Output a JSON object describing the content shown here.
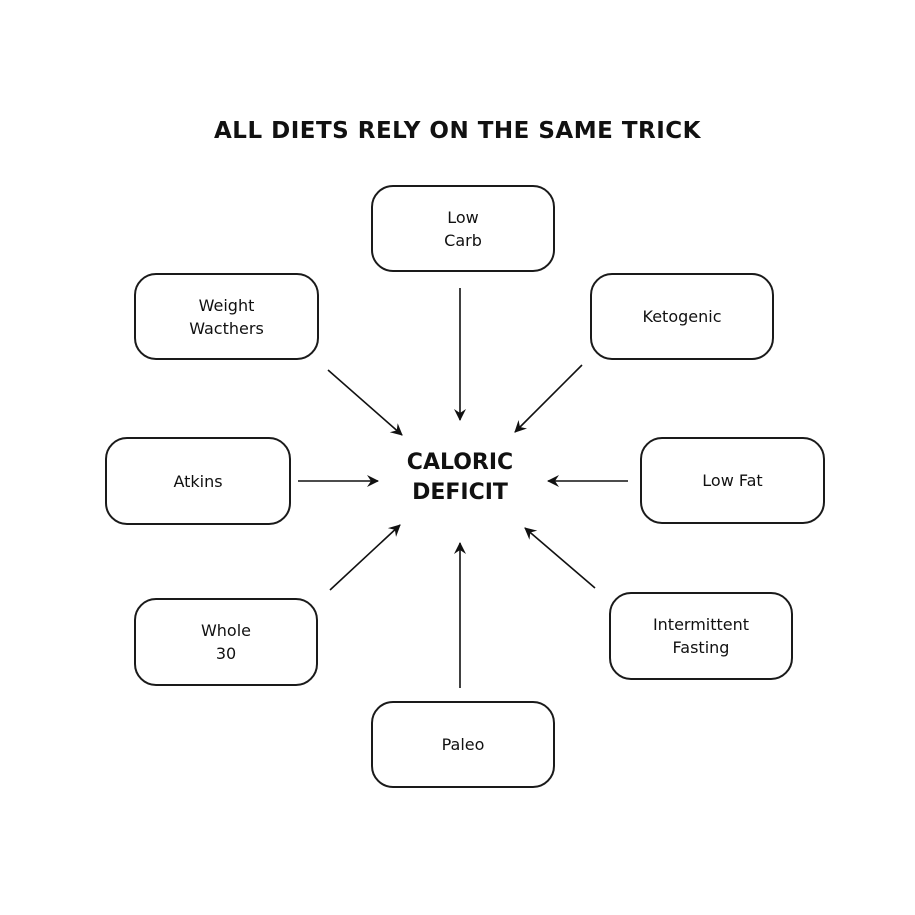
{
  "title": "ALL DIETS RELY ON THE SAME TRICK",
  "center": {
    "label": "CALORIC\nDEFICIT"
  },
  "nodes": [
    {
      "id": "low-carb",
      "label": "Low\nCarb"
    },
    {
      "id": "ketogenic",
      "label": "Ketogenic"
    },
    {
      "id": "low-fat",
      "label": "Low Fat"
    },
    {
      "id": "intermittent-fasting",
      "label": "Intermittent\nFasting"
    },
    {
      "id": "paleo",
      "label": "Paleo"
    },
    {
      "id": "whole-30",
      "label": "Whole\n30"
    },
    {
      "id": "atkins",
      "label": "Atkins"
    },
    {
      "id": "weight-watchers",
      "label": "Weight\nWacthers"
    }
  ],
  "edges": [
    {
      "from": "low-carb",
      "to": "caloric-deficit"
    },
    {
      "from": "ketogenic",
      "to": "caloric-deficit"
    },
    {
      "from": "low-fat",
      "to": "caloric-deficit"
    },
    {
      "from": "intermittent-fasting",
      "to": "caloric-deficit"
    },
    {
      "from": "paleo",
      "to": "caloric-deficit"
    },
    {
      "from": "whole-30",
      "to": "caloric-deficit"
    },
    {
      "from": "atkins",
      "to": "caloric-deficit"
    },
    {
      "from": "weight-watchers",
      "to": "caloric-deficit"
    }
  ]
}
